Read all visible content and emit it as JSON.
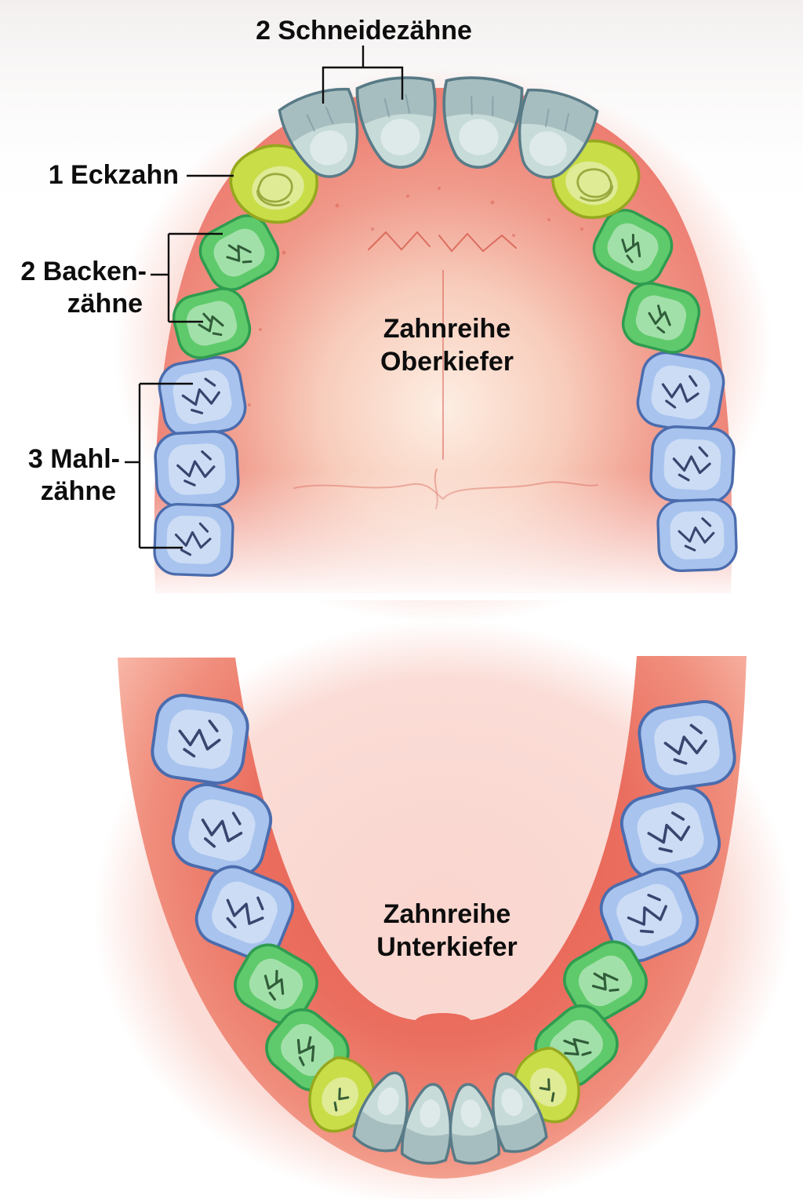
{
  "figure": {
    "upper": {
      "line1": "Zahnreihe",
      "line2": "Oberkiefer"
    },
    "lower": {
      "line1": "Zahnreihe",
      "line2": "Unterkiefer"
    }
  },
  "annotations": {
    "incisors": "2 Schneidezähne",
    "canine": "1 Eckzahn",
    "premolars_line1": "2 Backen-",
    "premolars_line2": "zähne",
    "molars_line1": "3 Mahl-",
    "molars_line2": "zähne"
  },
  "colors": {
    "incisor": "#c7dbd9",
    "canine": "#c9dd49",
    "premolar": "#5fca6b",
    "molar": "#a7c3ee",
    "gum_main": "#ee8276",
    "gum_deep": "#e65b4c",
    "label": "#0d0d0d"
  }
}
